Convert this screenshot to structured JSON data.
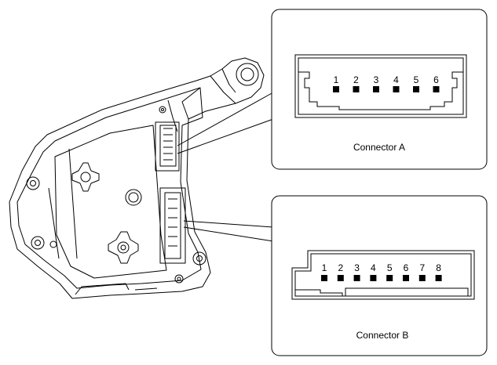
{
  "connector_a": {
    "label": "Connector A",
    "pins": [
      "1",
      "2",
      "3",
      "4",
      "5",
      "6"
    ]
  },
  "connector_b": {
    "label": "Connector B",
    "pins": [
      "1",
      "2",
      "3",
      "4",
      "5",
      "6",
      "7",
      "8"
    ]
  },
  "colors": {
    "line": "#000000",
    "background": "#ffffff",
    "pin": "#000000"
  }
}
